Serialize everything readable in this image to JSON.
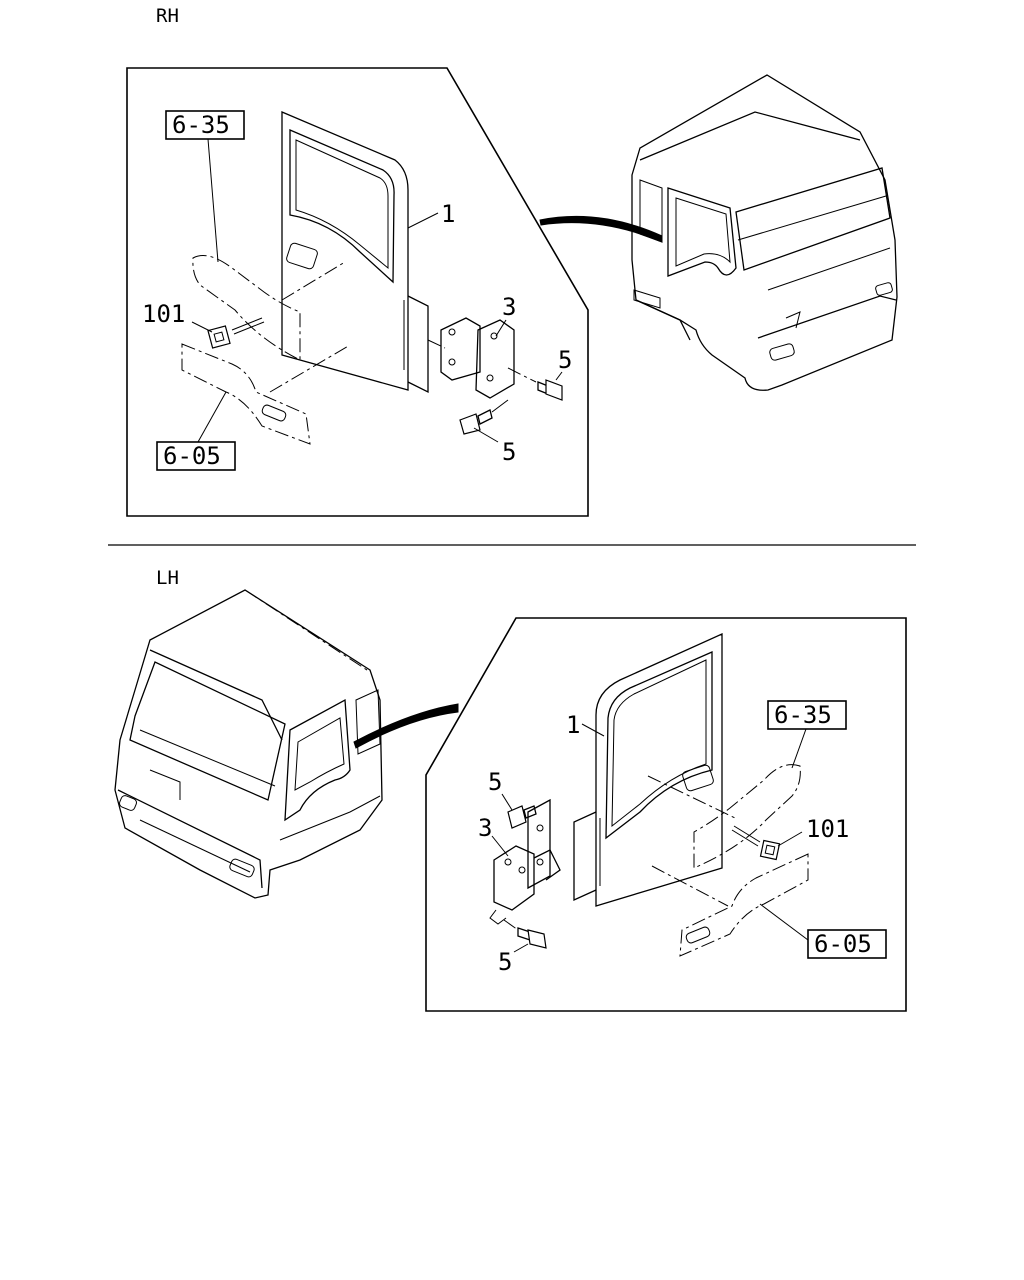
{
  "sections": {
    "rh": "RH",
    "lh": "LH"
  },
  "callouts": {
    "rh": {
      "door": "1",
      "hinge": "3",
      "bolt_upper": "5",
      "bolt_lower": "5",
      "clip": "101",
      "ref_trim": "6-35",
      "ref_sealer": "6-05"
    },
    "lh": {
      "door": "1",
      "hinge": "3",
      "bolt_upper": "5",
      "bolt_lower": "5",
      "clip": "101",
      "ref_trim": "6-35",
      "ref_sealer": "6-05"
    }
  }
}
